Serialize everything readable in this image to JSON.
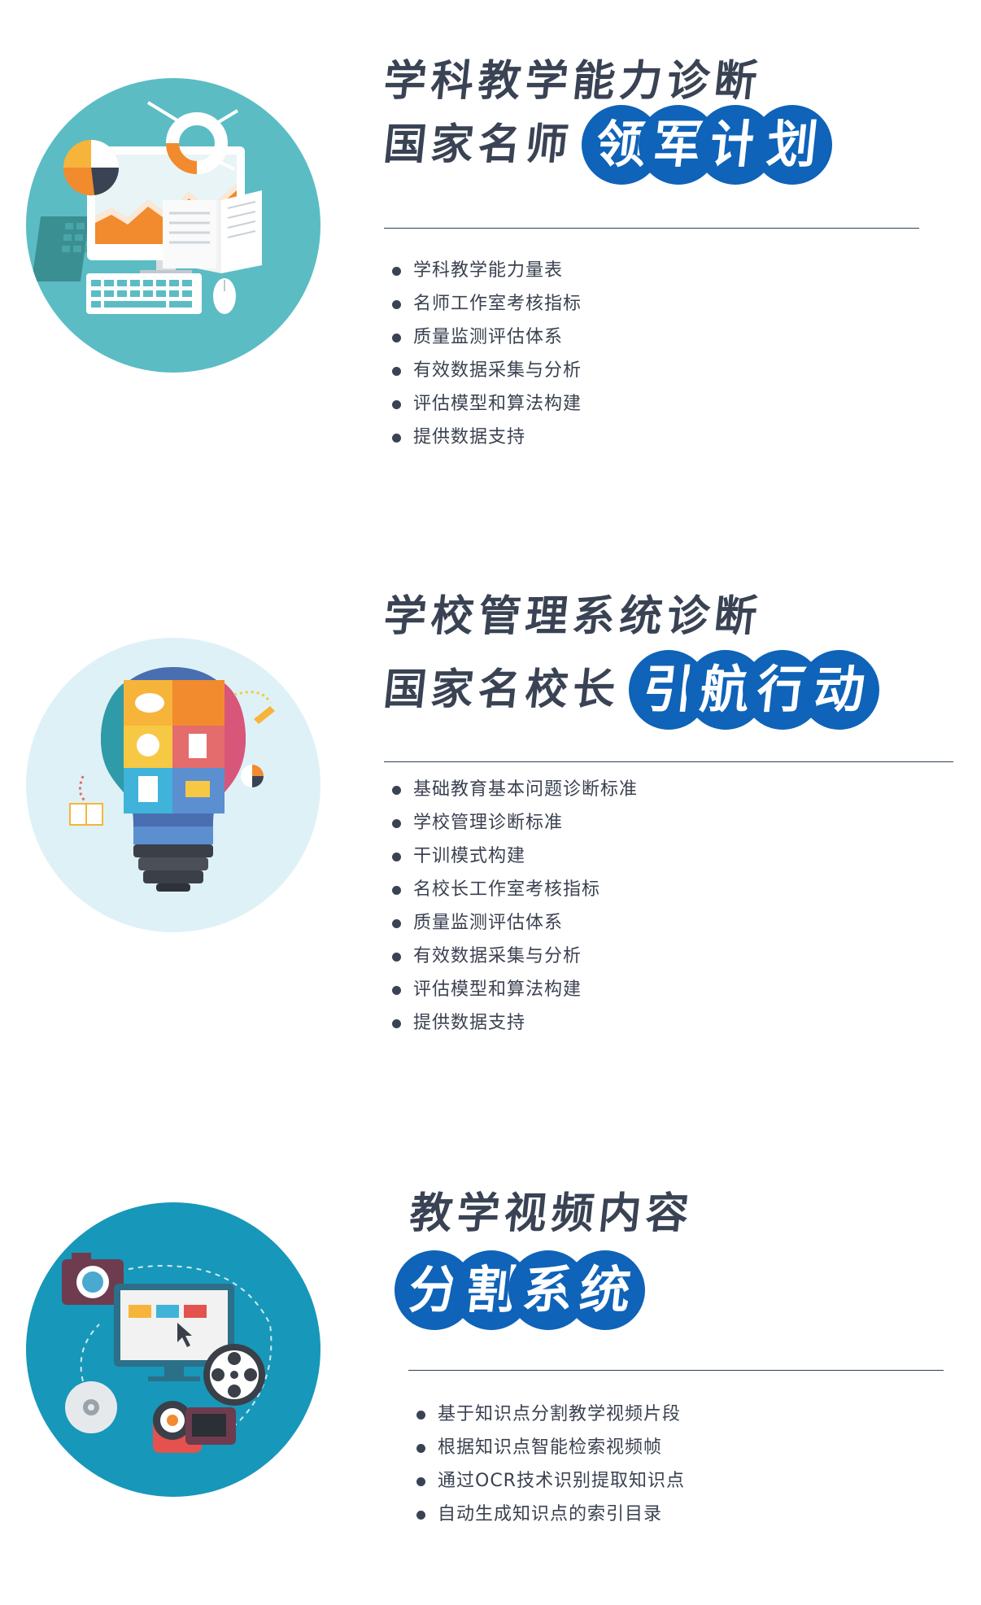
{
  "sections": [
    {
      "title_line1": "学科教学能力诊断",
      "title_line2_lead": "国家名师",
      "title_line2_pill": [
        "领",
        "军",
        "计",
        "划"
      ],
      "items": [
        "学科教学能力量表",
        "名师工作室考核指标",
        "质量监测评估体系",
        "有效数据采集与分析",
        "评估模型和算法构建",
        "提供数据支持"
      ]
    },
    {
      "title_line1": "学校管理系统诊断",
      "title_line2_lead": "国家名校长",
      "title_line2_pill": [
        "引",
        "航",
        "行",
        "动"
      ],
      "items": [
        "基础教育基本问题诊断标准",
        "学校管理诊断标准",
        "干训模式构建",
        "名校长工作室考核指标",
        "质量监测评估体系",
        "有效数据采集与分析",
        "评估模型和算法构建",
        "提供数据支持"
      ]
    },
    {
      "title_line1": "教学视频内容",
      "title_line2_lead": "",
      "title_line2_pill": [
        "分",
        "割",
        "系",
        "统"
      ],
      "items": [
        "基于知识点分割教学视频片段",
        "根据知识点智能检索视频帧",
        "通过OCR技术识别提取知识点",
        "自动生成知识点的索引目录"
      ]
    }
  ],
  "colors": {
    "title": "#3a4354",
    "pill": "#0f63b8",
    "circle1": "#5bbcc4",
    "circle2": "#def1f6",
    "circle3": "#1797ba"
  },
  "icons": [
    "computer-analytics-icon",
    "lightbulb-puzzle-icon",
    "video-media-icon"
  ]
}
